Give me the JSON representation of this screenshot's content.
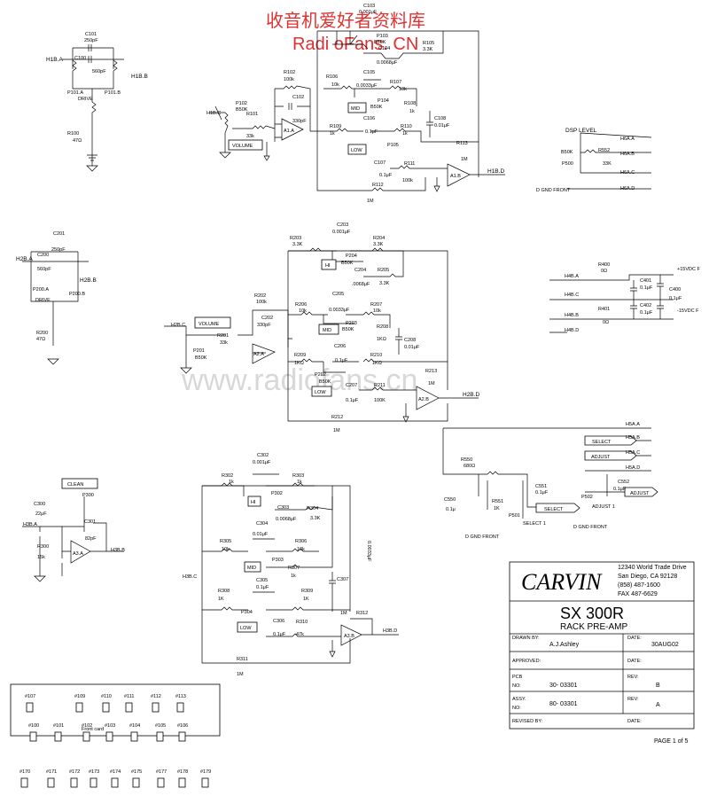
{
  "watermark": {
    "line1": "收音机爱好者资料库",
    "line2": "Radi oFans. CN",
    "center": "www.radiofans.cn"
  },
  "ch1": {
    "in_a": "H1B.A",
    "in_b": "H1B.B",
    "in_c": "H1B.C",
    "out_d": "H1B.D",
    "c101": "C101",
    "c101_v": "250pF",
    "c100": "C100",
    "c100_v": "560pF",
    "p101a": "P101.A",
    "p101b": "P101.B",
    "drive": "DRIVE",
    "r100": "R100",
    "r100_v": "47Ω",
    "p102": "P102",
    "p102_v": "B50K",
    "volume": "VOLUME",
    "r101": "R101",
    "r101_v": "33k",
    "r102": "R102",
    "r102_v": "100k",
    "c102": "C102",
    "c102_v": "330pF",
    "a1a": "A1.A",
    "a1b": "A1.B",
    "c103": "C103",
    "c103_v": "0.001μF",
    "p103": "P103",
    "p103_v": "B50K",
    "c104": "C104",
    "c104_v": "0.0068μF",
    "r105": "R105",
    "r105_v": "3.3K",
    "r106": "R106",
    "r106_v": "10k",
    "c105": "C105",
    "c105_v": "0.0033μF",
    "r107": "R107",
    "r107_v": "10k",
    "p104": "P104",
    "p104_v": "B50K",
    "mid": "MID",
    "r108": "R108",
    "r108_v": "1k",
    "c108": "C108",
    "c108_v": "0.01μF",
    "r109": "R109",
    "r109_v": "1k",
    "c106": "C106",
    "c106_v": "0.1μF",
    "r110": "R110",
    "r110_v": "1k",
    "p105": "P105",
    "low": "LOW",
    "r113": "R113",
    "r113_v": "1M",
    "c107": "C107",
    "c107_v": "0.1μF",
    "r111": "R111",
    "r111_v": "100k",
    "r112": "R112",
    "r112_v": "1M"
  },
  "dsp": {
    "title": "DSP LEVEL",
    "r552": "R552",
    "r552_v": "33K",
    "b50k": "B50K",
    "p500": "P500",
    "h6a_a": "H6A.A",
    "h6a_b": "H6A.B",
    "h6a_c": "H6A.C",
    "h6a_d": "H6A.D",
    "dgnd": "D GND FRONT"
  },
  "ch2": {
    "in_a": "H2B.A",
    "in_b": "H2B.B",
    "in_c": "H2B.C",
    "out_d": "H2B.D",
    "c201": "C201",
    "c201_v": "250pF",
    "c200": "C200",
    "c200_v": "560pF",
    "p200a": "P200.A",
    "p200b": "P200.B",
    "drive": "DRIVE",
    "r200": "R200",
    "r200_v": "47Ω",
    "volume": "VOLUME",
    "p201": "P201",
    "p201_v": "B50K",
    "r201": "R201",
    "r201_v": "33k",
    "r202": "R202",
    "r202_v": "100k",
    "c202": "C202",
    "c202_v": "330pF",
    "a2a": "A2.A",
    "a2b": "A2.B",
    "r203": "R203",
    "r203_v": "3.3K",
    "c203": "C203",
    "c203_v": "0.001μF",
    "r204": "R204",
    "r204_v": "3.3K",
    "p204": "P204",
    "p204_v": "B50K",
    "hi": "HI",
    "c204": "C204",
    "c204_v": ".0068μF",
    "r205": "R205",
    "r205_v": "3.3K",
    "r206": "R206",
    "r206_v": "10k",
    "c205": "C205",
    "c205_v": "0.0033μF",
    "r207": "R207",
    "r207_v": "10k",
    "p203": "P203",
    "p203_v": "B50K",
    "mid": "MID",
    "r208": "R208",
    "r208_v": "1KΩ",
    "c208": "C208",
    "c208_v": "0.01μF",
    "r209": "R209",
    "r209_v": "1KΩ",
    "c206": "C206",
    "c206_v": "0.1μF",
    "r210": "R210",
    "r210_v": "1KΩ",
    "p202": "P202",
    "p202_v": "B50K",
    "low": "LOW",
    "r213": "R213",
    "r213_v": "1M",
    "c207": "C207",
    "c207_v": "0.1μF",
    "r211": "R211",
    "r211_v": "100K",
    "r212": "R212",
    "r212_v": "1M"
  },
  "power": {
    "h4b_a": "H4B.A",
    "h4b_c": "H4B.C",
    "h4b_b": "H4B.B",
    "h4b_d": "H4B.D",
    "r400": "R400",
    "r400_v": "0Ω",
    "r401": "R401",
    "r401_v": "0Ω",
    "c401": "C401",
    "c401_v": "0.1μF",
    "c402": "C402",
    "c402_v": "0.1μF",
    "c400": "C400",
    "c400_v": "0.1μF",
    "pos": "+15VDC F",
    "neg": "-15VDC F"
  },
  "select": {
    "h5a_a": "H5A.A",
    "h5a_b": "H5A.B",
    "h5a_c": "H5A.C",
    "h5a_d": "H5A.D",
    "select": "SELECT",
    "adjust": "ADJUST",
    "r550": "R550",
    "r550_v": "680Ω",
    "c550": "C550",
    "c550_v": "0.1μ",
    "r551": "R551",
    "r551_v": "1K",
    "p501": "P501",
    "select1": "SELECT 1",
    "c551": "C551",
    "c551_v": "0.1μF",
    "p502": "P502",
    "adjust1": "ADJUST 1",
    "c552": "C552",
    "c552_v": "0.1μF",
    "dgnd": "D GND FRONT"
  },
  "ch3": {
    "clean": "CLEAN",
    "p300": "P300",
    "c300": "C300",
    "c300_v": "22μF",
    "c301": "C301",
    "c301_v": "82pF",
    "h3b_a": "H3B.A",
    "h3b_b": "H3B.B",
    "h3b_c": "H3B.C",
    "h3b_d": "H3B.D",
    "r300": "R300",
    "r300_v": "15k",
    "a3a": "A3.A",
    "a3b": "A3.B",
    "c302": "C302",
    "c302_v": "0.001μF",
    "r302": "R302",
    "r302_v": "1k",
    "r303": "R303",
    "r303_v": "1k",
    "p302": "P302",
    "hi": "HI",
    "c303": "C303",
    "c303_v": "0.0068μF",
    "r304": "R304",
    "r304_v": "3.3K",
    "c304": "C304",
    "c304_v": "0.01μF",
    "r305": "R305",
    "r305_v": "10k",
    "r306": "R306",
    "r306_v": "10k",
    "p303": "P303",
    "mid": "MID",
    "r307": "R307",
    "r307_v": "1k",
    "c307": "C307",
    "c307_v": "0.0033μF",
    "c305": "C305",
    "c305_v": "0.1μF",
    "r308": "R308",
    "r308_v": "1K",
    "r309": "R309",
    "r309_v": "1K",
    "p304": "P304",
    "low": "LOW",
    "c306": "C306",
    "c306_v": "0.1μF",
    "r310": "R310",
    "r310_v": "47k",
    "r312": "R312",
    "r312_v": "1M",
    "r311": "R311",
    "r311_v": "1M"
  },
  "front_card": {
    "title": "Front card",
    "row1": [
      "#107",
      "#109",
      "#110",
      "#111",
      "#112",
      "#113"
    ],
    "row2": [
      "#100",
      "#101",
      "#102",
      "#103",
      "#104",
      "#105",
      "#106"
    ],
    "row3": [
      "#170",
      "#171",
      "#172",
      "#173",
      "#174",
      "#175",
      "#177",
      "#178",
      "#179"
    ]
  },
  "title_block": {
    "brand": "CARVIN",
    "addr1": "12340 World Trade Drive",
    "addr2": "San Diego, CA  92128",
    "phone": "(858)  487-1600",
    "fax": "FAX  487-6629",
    "model": "SX 300R",
    "subtitle": "RACK  PRE-AMP",
    "drawn_by_lbl": "DRAWN BY:",
    "drawn_by": "A.J.Ashley",
    "date_lbl": "DATE:",
    "date": "30AUG02",
    "approved_lbl": "APPROVED:",
    "date2_lbl": "DATE:",
    "pcb_lbl": "PCB",
    "pcb_no_lbl": "NO:",
    "pcb": "30- 03301",
    "rev_lbl": "REV:",
    "rev": "B",
    "assy_lbl": "ASSY.",
    "assy_no_lbl": "NO:",
    "assy": "80- 03301",
    "rev2_lbl": "REV:",
    "rev2": "A",
    "revised_lbl": "REVISED BY:",
    "date3_lbl": "DATE:",
    "page": "PAGE 1 of 5"
  }
}
